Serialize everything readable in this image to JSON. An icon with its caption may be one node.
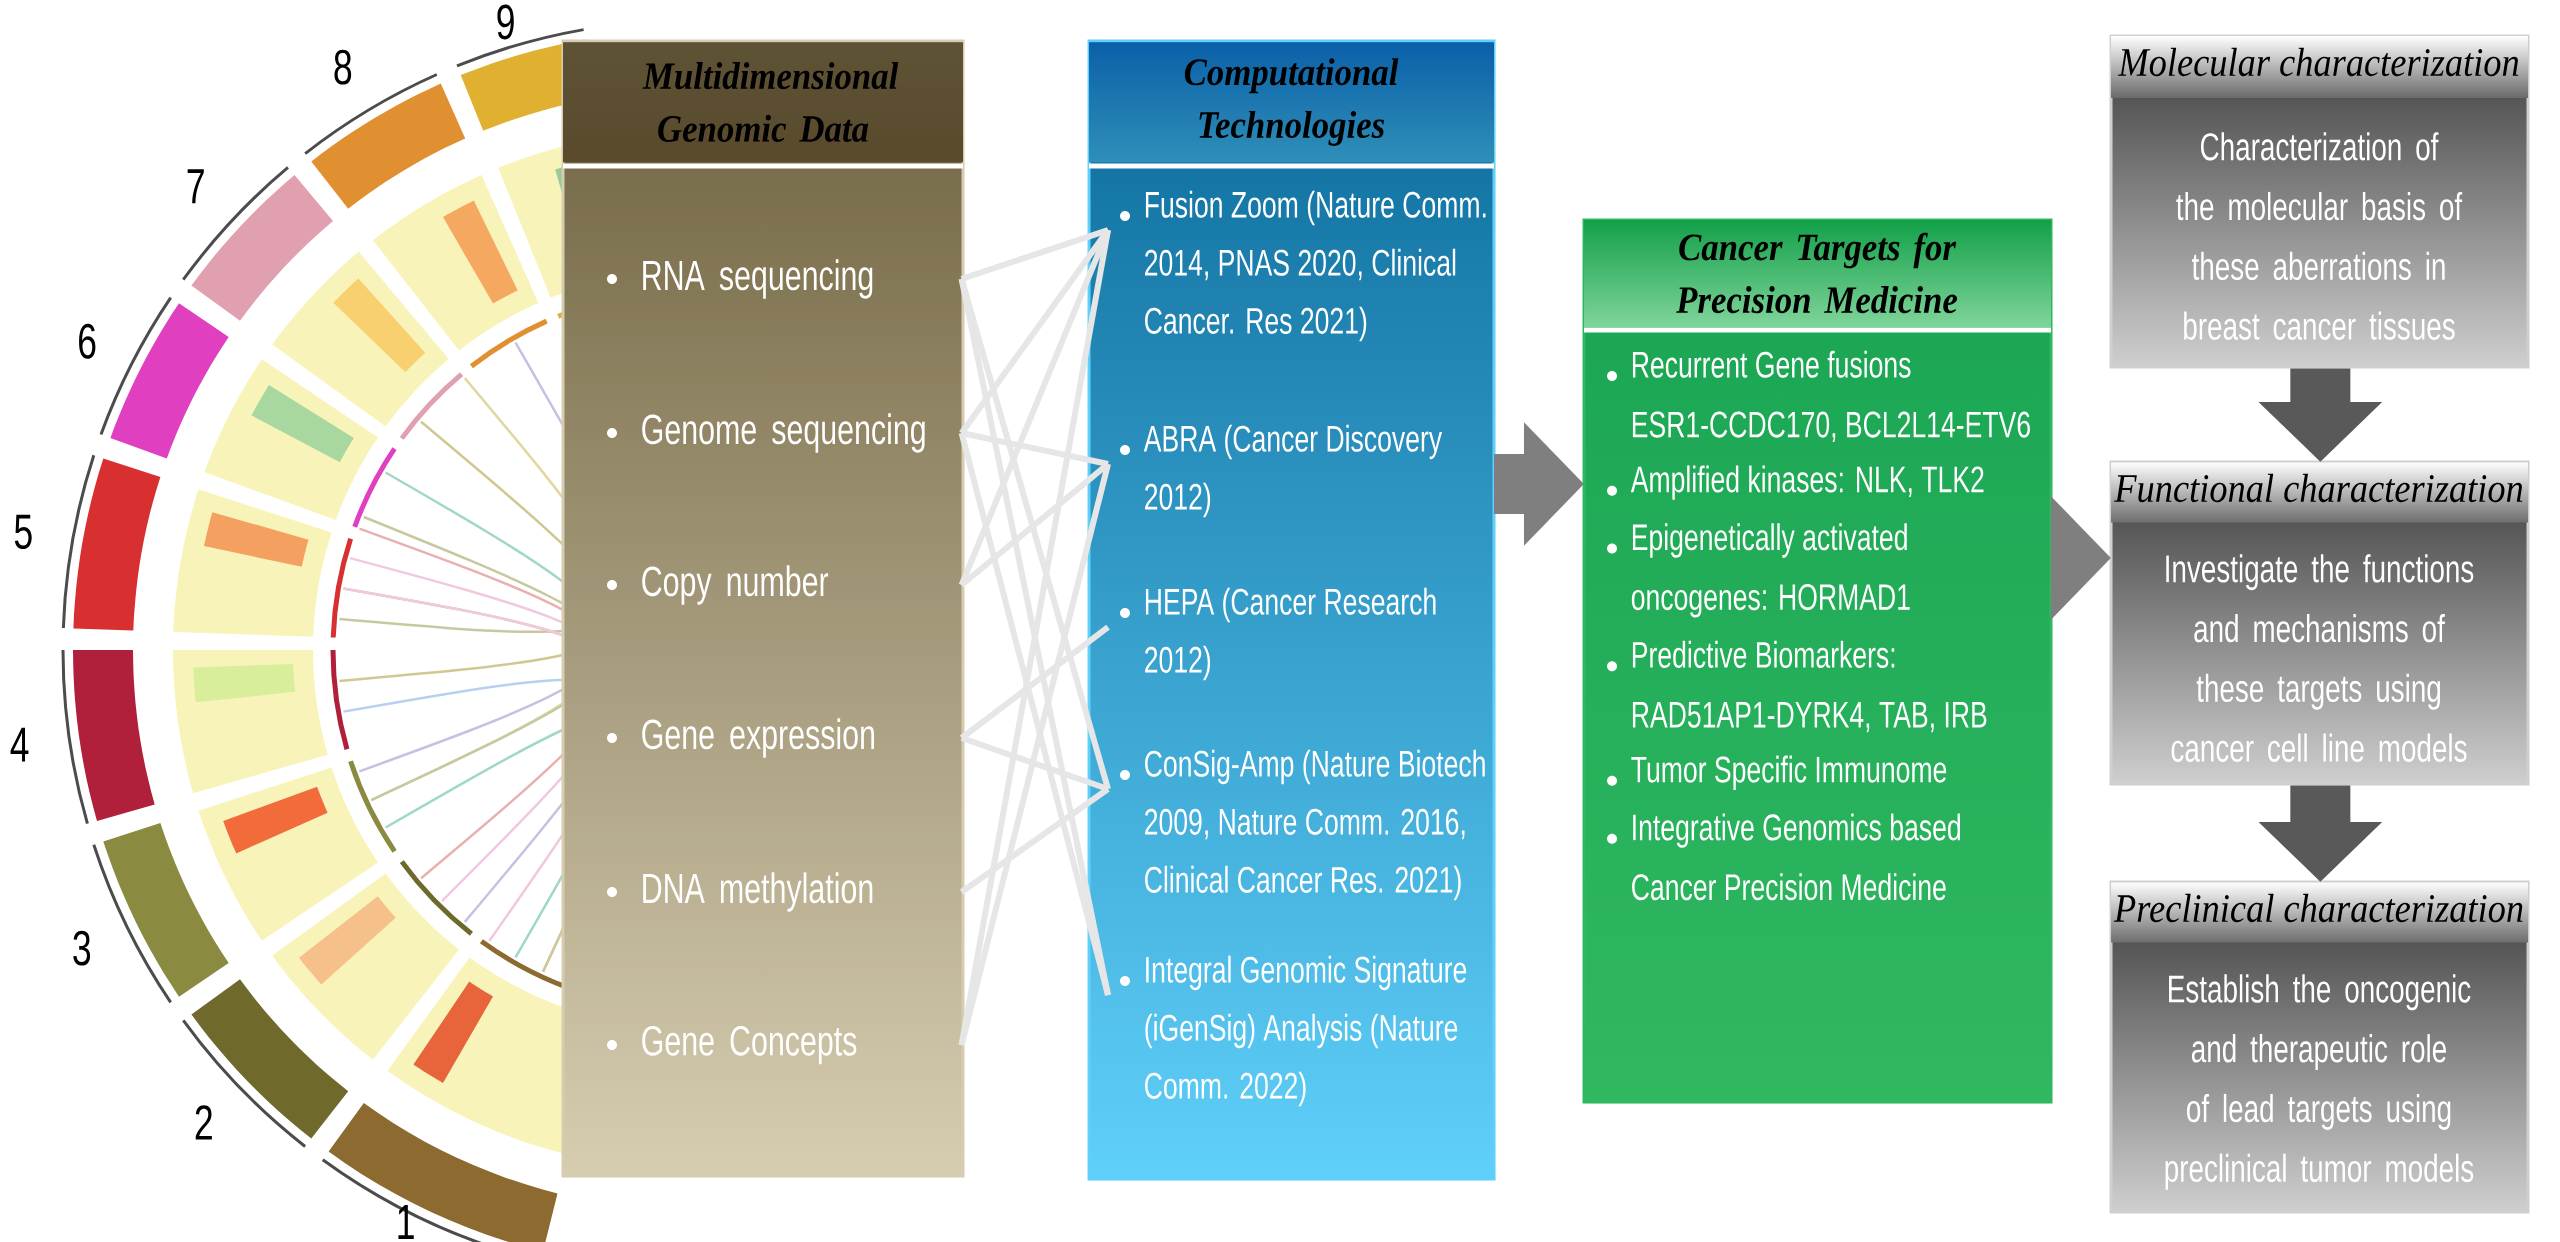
{
  "diagram": {
    "nodes": [
      {
        "text": [
          "Multidimensional Genomic Data"
        ]
      },
      {
        "text": [
          "RNA sequencing"
        ],
        "in": 0
      },
      {
        "text": [
          "Genome sequencing"
        ],
        "in": 0
      },
      {
        "text": [
          "Copy number"
        ],
        "in": 0
      },
      {
        "text": [
          "Gene expression"
        ],
        "in": 0
      },
      {
        "text": [
          "DNA methylation"
        ],
        "in": 0
      },
      {
        "text": [
          "Gene Concepts"
        ],
        "in": 0
      },
      {
        "text": [
          "Computational Technologies"
        ]
      },
      {
        "text": [
          "Fusion Zoom (Nature Comm. 2014, PNAS 2020, Clinical Cancer. Res 2021)"
        ],
        "in": 7
      },
      {
        "text": [
          "ABRA (Cancer Discovery 2012)"
        ],
        "in": 7
      },
      {
        "text": [
          "HEPA (Cancer Research 2012)"
        ],
        "in": 7
      },
      {
        "text": [
          "ConSig-Amp (Nature Biotech 2009, Nature Comm. 2016, Clinical Cancer Res. 2021)"
        ],
        "in": 7
      },
      {
        "text": [
          "Integral Genomic Signature (iGenSig) Analysis (Nature Comm. 2022)"
        ],
        "in": 7
      },
      {
        "text": [
          "Cancer Targets for Precision Medicine",
          "Recurrent Gene fusions ESR1-CCDC170, BCL2L14-ETV6",
          "Amplified kinases: NLK, TLK2",
          "Epigenetically activated oncogenes: HORMAD1",
          "Predictive Biomarkers: RAD51AP1-DYRK4, TAB, IRB",
          "Tumor Specific Immunome",
          "Integrative Genomics based Cancer Precision Medicine"
        ]
      },
      {
        "text": [
          "Molecular characterization",
          "Characterization of the molecular basis of these aberrations in breast cancer tissues"
        ]
      },
      {
        "text": [
          "Functional characterization",
          "Investigate the functions and mechanisms of these targets using cancer cell line models"
        ]
      },
      {
        "text": [
          "Preclinical characterization",
          "Establish the oncogenic and therapeutic role of lead targets using preclinical tumor models"
        ]
      }
    ],
    "edges": [
      {
        "from": 1,
        "to": 8,
        "arrow": "none"
      },
      {
        "from": 1,
        "to": 11,
        "arrow": "none"
      },
      {
        "from": 1,
        "to": 12,
        "arrow": "none"
      },
      {
        "from": 2,
        "to": 8,
        "arrow": "none"
      },
      {
        "from": 2,
        "to": 9,
        "arrow": "none"
      },
      {
        "from": 2,
        "to": 12,
        "arrow": "none"
      },
      {
        "from": 3,
        "to": 8,
        "arrow": "none"
      },
      {
        "from": 3,
        "to": 9,
        "arrow": "none"
      },
      {
        "from": 4,
        "to": 10,
        "arrow": "none"
      },
      {
        "from": 4,
        "to": 11,
        "arrow": "none"
      },
      {
        "from": 5,
        "to": 11,
        "arrow": "none"
      },
      {
        "from": 6,
        "to": 8,
        "arrow": "none"
      },
      {
        "from": 6,
        "to": 9,
        "arrow": "none"
      },
      {
        "from": 7,
        "to": 13,
        "arrow": "to",
        "style": "thick",
        "color": "#7f7f7f"
      },
      {
        "from": 13,
        "to": 15,
        "arrow": "to",
        "style": "thick",
        "color": "#7f7f7f"
      },
      {
        "from": 14,
        "to": 15,
        "arrow": "to",
        "style": "thick",
        "color": "#595959"
      },
      {
        "from": 15,
        "to": 16,
        "arrow": "to",
        "style": "thick",
        "color": "#595959"
      }
    ],
    "labels": [
      "1",
      "2",
      "3",
      "4",
      "5",
      "6",
      "7",
      "8",
      "9"
    ]
  }
}
